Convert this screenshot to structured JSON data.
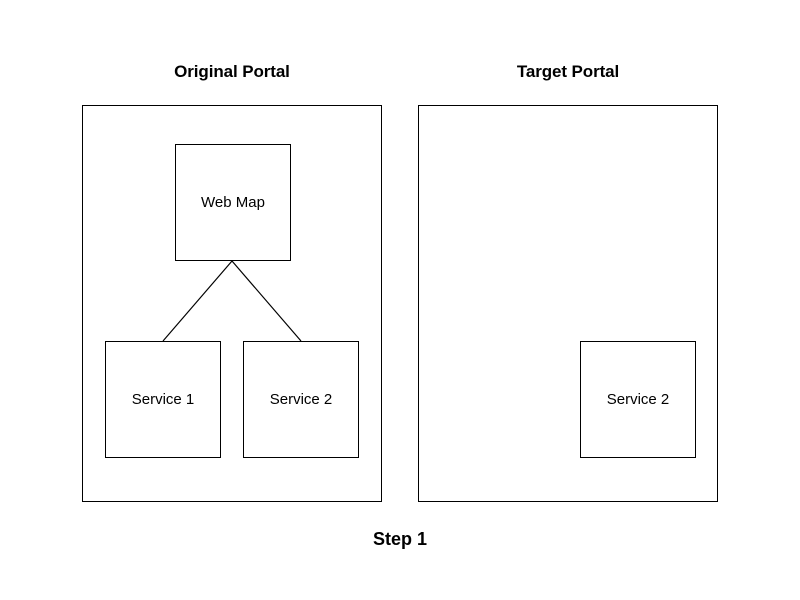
{
  "diagram": {
    "caption": "Step 1",
    "background_color": "#ffffff",
    "stroke_color": "#000000",
    "panels": [
      {
        "id": "original",
        "title": "Original Portal",
        "nodes": [
          {
            "id": "web-map",
            "label": "Web Map"
          },
          {
            "id": "service-1",
            "label": "Service 1"
          },
          {
            "id": "service-2",
            "label": "Service 2"
          }
        ],
        "connections": [
          {
            "from": "web-map",
            "to": "service-1"
          },
          {
            "from": "web-map",
            "to": "service-2"
          }
        ]
      },
      {
        "id": "target",
        "title": "Target Portal",
        "nodes": [
          {
            "id": "target-service-2",
            "label": "Service 2"
          }
        ],
        "connections": []
      }
    ]
  }
}
